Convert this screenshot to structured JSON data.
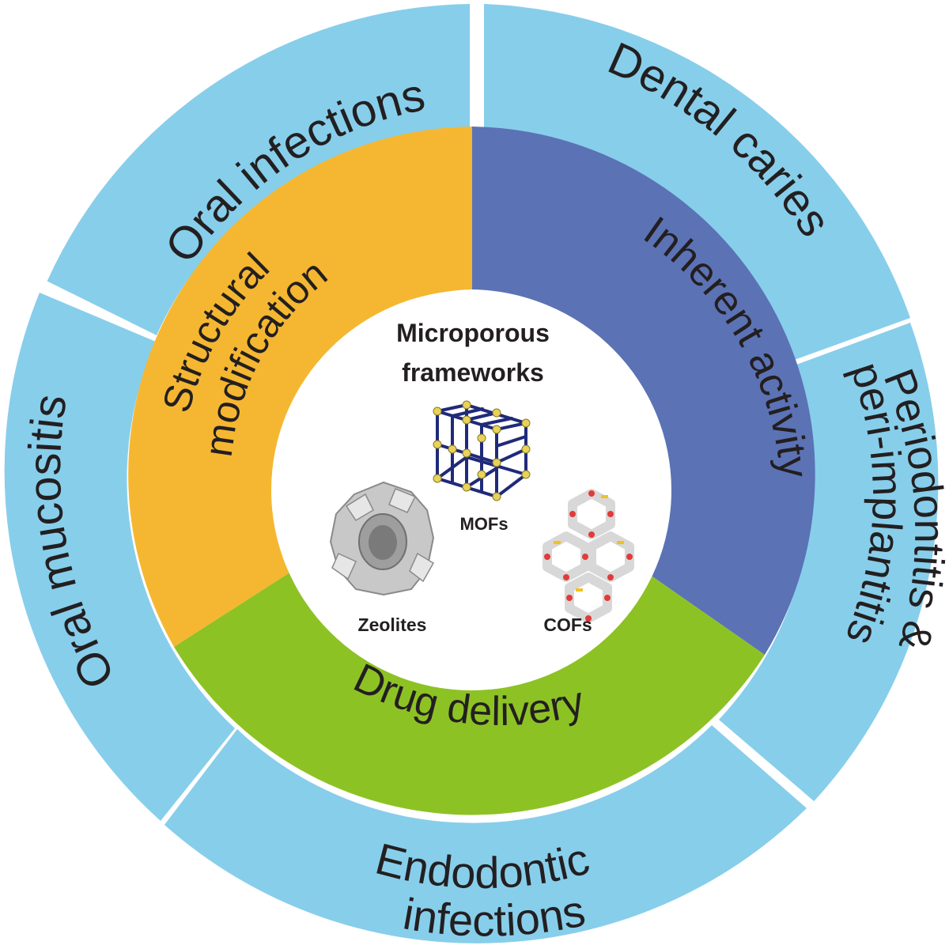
{
  "center": {
    "title_line1": "Microporous",
    "title_line2": "frameworks",
    "mofs_label": "MOFs",
    "zeolites_label": "Zeolites",
    "cofs_label": "COFs"
  },
  "inner_ring": {
    "structural_line1": "Structural",
    "structural_line2": "modification",
    "inherent": "Inherent activity",
    "drug": "Drug delivery"
  },
  "outer_ring": {
    "oral_infections": "Oral infections",
    "dental_caries": "Dental caries",
    "perio_line1": "Periodontitis &",
    "perio_line2": "peri-implantitis",
    "endo_line1": "Endodontic",
    "endo_line2": "infections",
    "mucositis": "Oral mucositis"
  },
  "colors": {
    "outer_ring": "#87ceeb",
    "structural": "#f5b731",
    "inherent": "#5b72b5",
    "drug": "#8dc224",
    "center": "#ffffff",
    "text": "#231f20"
  }
}
